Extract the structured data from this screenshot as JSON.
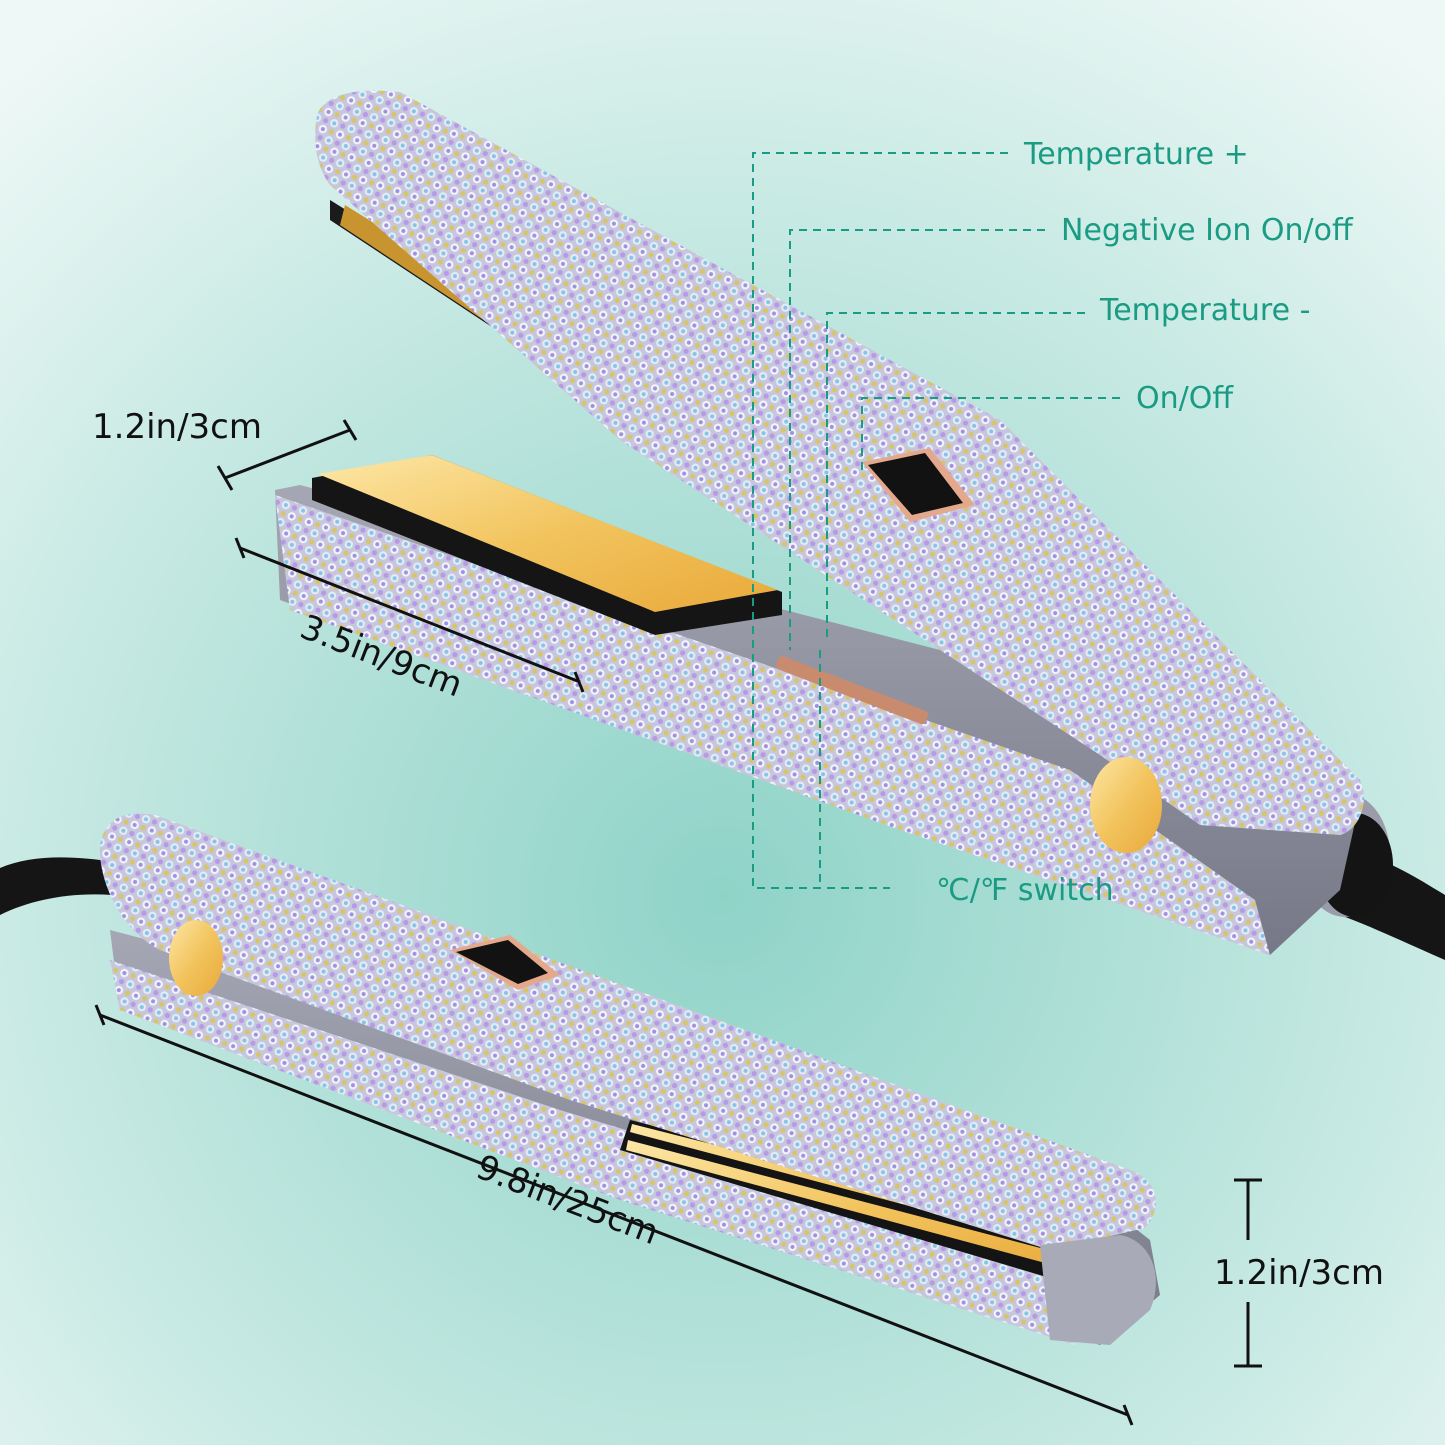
{
  "colors": {
    "background_light": "#e6f4f1",
    "background_mid": "#bfe6df",
    "background_deep": "#8fd3c8",
    "callout_teal": "#1a9b84",
    "dimension_black": "#111111",
    "rhinestone_silver": "#c9ccd9",
    "rhinestone_lavender": "#9f93d6",
    "gold_plate": "#f3c76a",
    "body_grey": "#8c8e9c",
    "cord_black": "#151515"
  },
  "callouts": {
    "temp_plus": "Temperature +",
    "ion": "Negative Ion On/off",
    "temp_minus": "Temperature -",
    "power": "On/Off",
    "unit_switch": "℃/℉ switch"
  },
  "dimensions": {
    "plate_width_top": "1.2in/3cm",
    "plate_length": "3.5in/9cm",
    "total_length": "9.8in/25cm",
    "height_side": "1.2in/3cm"
  }
}
